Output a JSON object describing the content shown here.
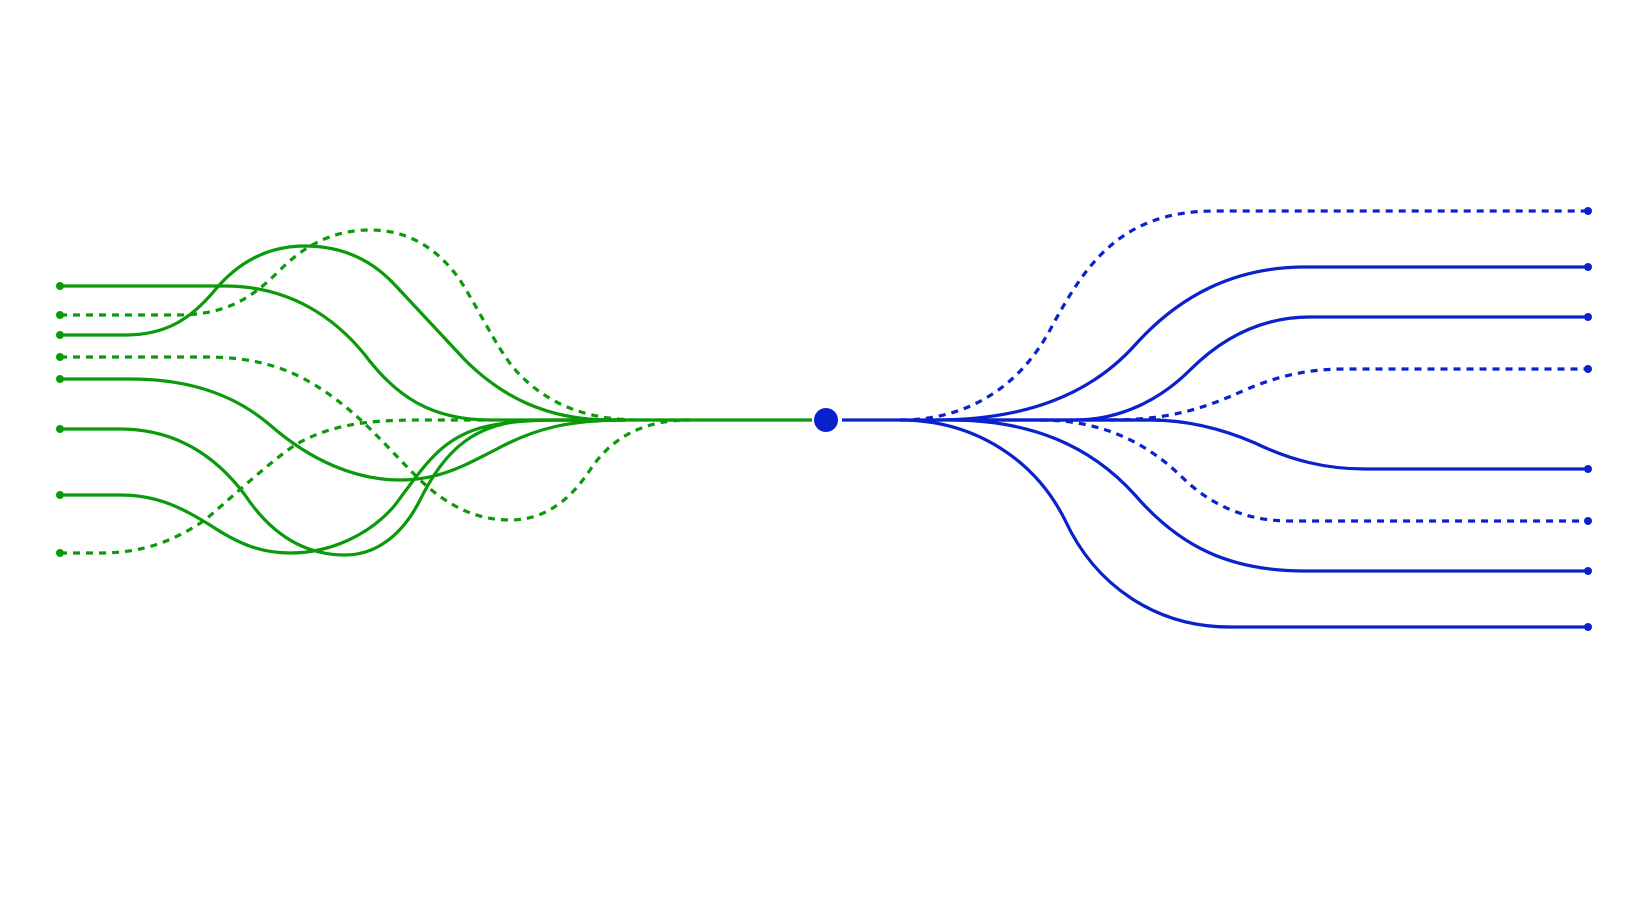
{
  "diagram": {
    "type": "bidirectional-flow-tree",
    "colors": {
      "incoming": "#0a9a0a",
      "outgoing": "#0a22cc",
      "center_node": "#0a22cc",
      "background": "#ffffff"
    },
    "center_node": {
      "name": "center-node"
    },
    "incoming_count": 8,
    "outgoing_count": 8,
    "incoming_edges": [
      {
        "id": "in-1",
        "style": "solid"
      },
      {
        "id": "in-2",
        "style": "dashed"
      },
      {
        "id": "in-3",
        "style": "solid"
      },
      {
        "id": "in-4",
        "style": "dashed"
      },
      {
        "id": "in-5",
        "style": "solid"
      },
      {
        "id": "in-6",
        "style": "solid"
      },
      {
        "id": "in-7",
        "style": "solid"
      },
      {
        "id": "in-8",
        "style": "dashed"
      }
    ],
    "outgoing_edges": [
      {
        "id": "out-1",
        "style": "dashed"
      },
      {
        "id": "out-2",
        "style": "solid"
      },
      {
        "id": "out-3",
        "style": "solid"
      },
      {
        "id": "out-4",
        "style": "dashed"
      },
      {
        "id": "out-5",
        "style": "solid"
      },
      {
        "id": "out-6",
        "style": "dashed"
      },
      {
        "id": "out-7",
        "style": "solid"
      },
      {
        "id": "out-8",
        "style": "solid"
      }
    ]
  }
}
